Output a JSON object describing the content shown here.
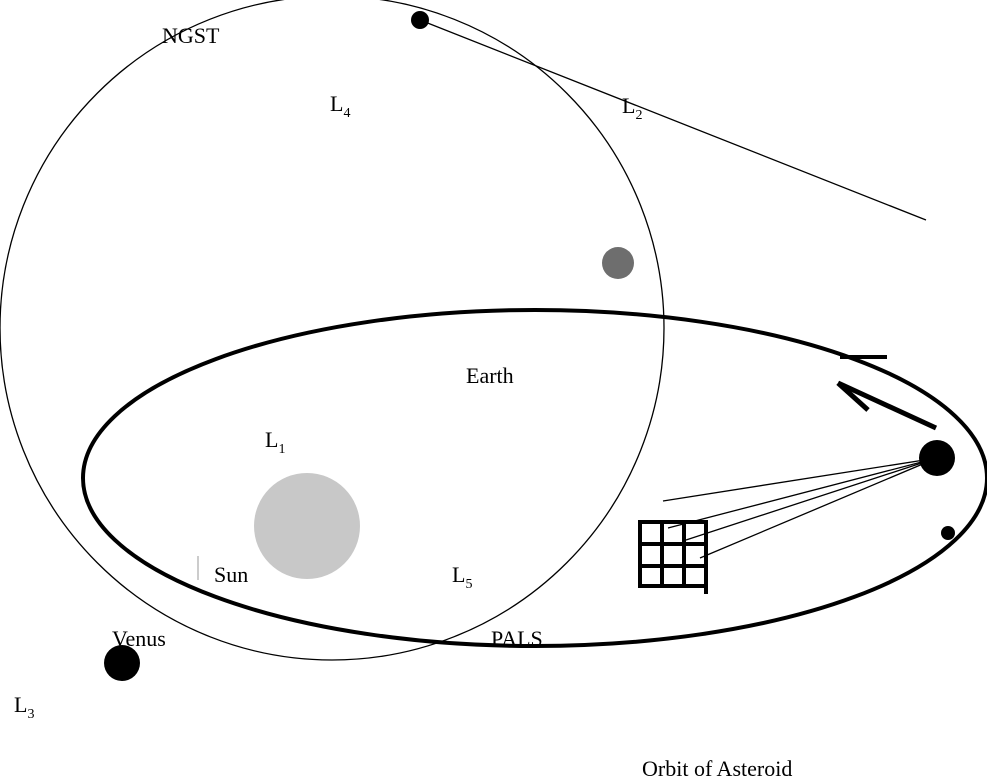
{
  "labels": {
    "ngst": "NGST",
    "l4": "L",
    "l4_sub": "4",
    "l2": "L",
    "l2_sub": "2",
    "earth": "Earth",
    "l1": "L",
    "l1_sub": "1",
    "sun": "Sun",
    "l5": "L",
    "l5_sub": "5",
    "venus": "Venus",
    "pals": "PALS",
    "l3": "L",
    "l3_sub": "3",
    "orbit_of_asteroid": "Orbit of Asteroid"
  },
  "colors": {
    "line": "#000000",
    "sun_fill": "#c8c8c8",
    "earth_fill": "#6e6e6e",
    "planet_fill": "#000000"
  }
}
